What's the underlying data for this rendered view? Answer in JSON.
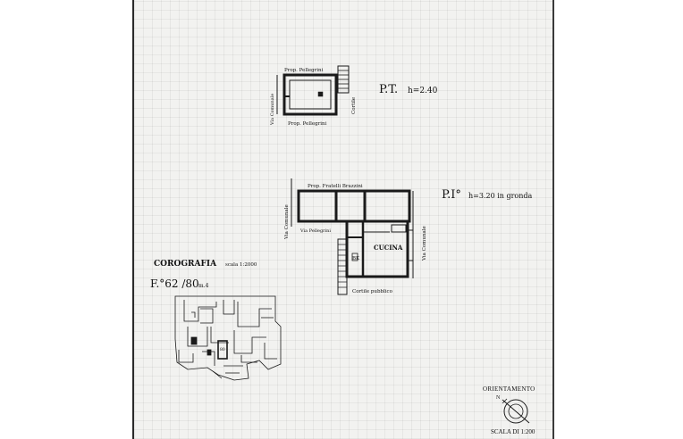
{
  "ground_floor": {
    "title": "P.T.",
    "height": "h=2.40",
    "label_top": "Prop. Pellegrini",
    "label_bottom": "Prop. Pellegrini",
    "label_left": "Via Comunale",
    "label_right": "Cortile"
  },
  "first_floor": {
    "title": "P.I°",
    "height": "h=3.20 in gronda",
    "label_top": "Prop. Fratelli Brazzini",
    "label_left": "Via Comunale",
    "label_right": "Via Comunale",
    "label_inner": "Via Pellegrini",
    "label_bath": "BK",
    "label_kitchen": "CUCINA",
    "label_bottom": "Cortile pubblico"
  },
  "cadastral": {
    "title": "COROGRAFIA",
    "scale": "scala 1:2000",
    "sheet_ref": "F.°62 /80",
    "sheet_suffix": "m.4",
    "parcel_label": "80"
  },
  "compass": {
    "title": "ORIENTAMENTO",
    "north": "N",
    "scale": "SCALA DI 1:200"
  },
  "colors": {
    "paper": "#f2f2f0",
    "ink": "#1a1a1a"
  }
}
